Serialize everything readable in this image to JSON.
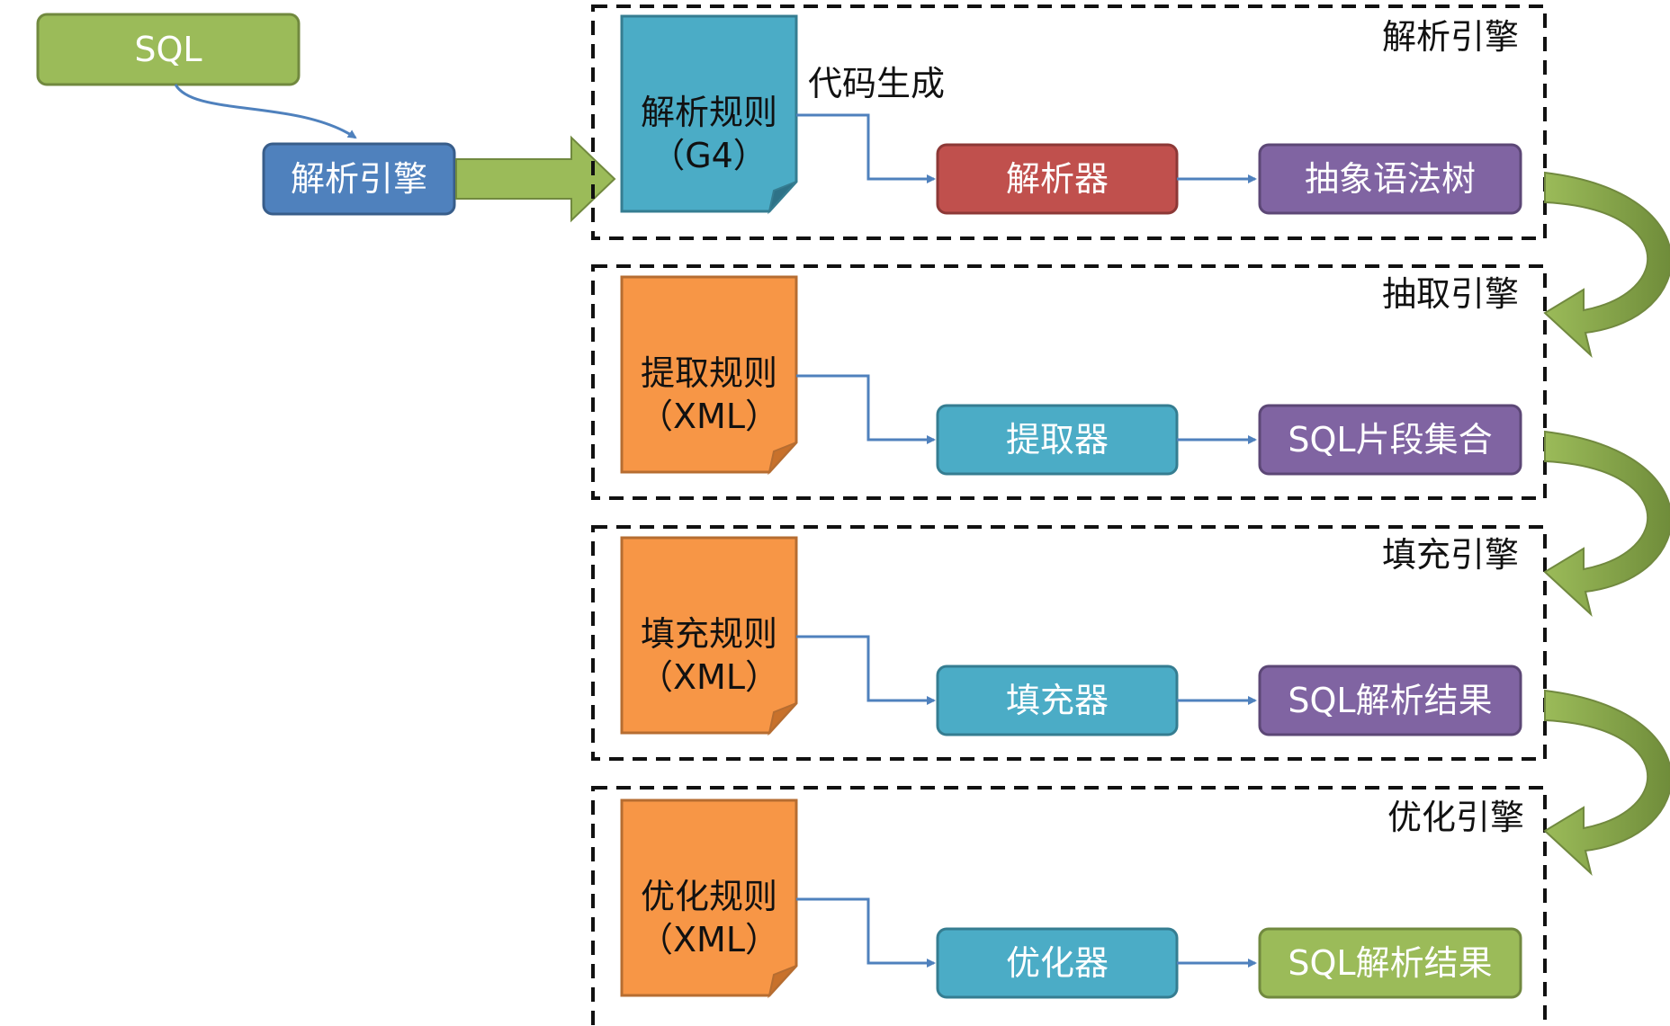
{
  "colors": {
    "green": "#9bbb59",
    "green_border": "#71893f",
    "blue": "#4f81bd",
    "blue_border": "#385d8a",
    "cyan": "#4bacc6",
    "cyan_border": "#357d91",
    "red": "#c0504d",
    "red_border": "#8c3836",
    "purple": "#8064a2",
    "purple_border": "#5c4776",
    "orange": "#f79646",
    "orange_border": "#b66d31",
    "connector": "#4f81bd"
  },
  "input": {
    "sql_label": "SQL",
    "engine_label": "解析引擎"
  },
  "stages": [
    {
      "title": "解析引擎",
      "rule_line1": "解析规则",
      "rule_line2": "（G4）",
      "rule_color": "cyan",
      "connector_label": "代码生成",
      "processor": "解析器",
      "processor_color": "red",
      "output": "抽象语法树",
      "output_color": "purple"
    },
    {
      "title": "抽取引擎",
      "rule_line1": "提取规则",
      "rule_line2": "（XML）",
      "rule_color": "orange",
      "processor": "提取器",
      "processor_color": "cyan",
      "output": "SQL片段集合",
      "output_color": "purple"
    },
    {
      "title": "填充引擎",
      "rule_line1": "填充规则",
      "rule_line2": "（XML）",
      "rule_color": "orange",
      "processor": "填充器",
      "processor_color": "cyan",
      "output": "SQL解析结果",
      "output_color": "purple"
    },
    {
      "title": "优化引擎",
      "rule_line1": "优化规则",
      "rule_line2": "（XML）",
      "rule_color": "orange",
      "processor": "优化器",
      "processor_color": "cyan",
      "output": "SQL解析结果",
      "output_color": "green"
    }
  ]
}
